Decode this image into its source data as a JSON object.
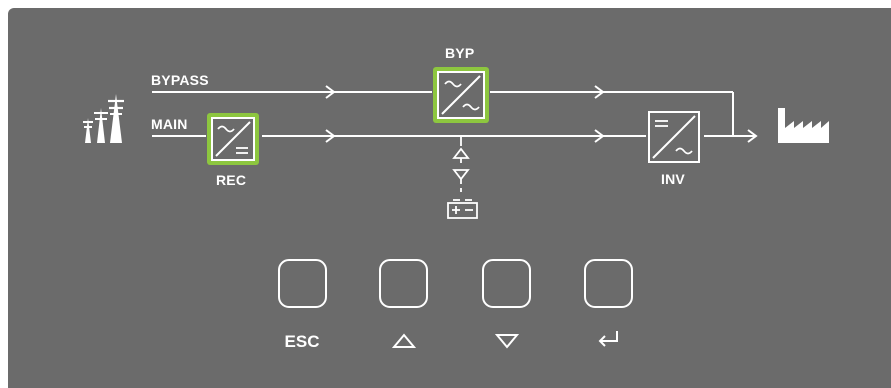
{
  "diagram": {
    "labels": {
      "bypass": "BYPASS",
      "main": "MAIN",
      "rectifier": "REC",
      "bypass_switch": "BYP",
      "inverter": "INV"
    },
    "colors": {
      "panel": "#6b6b6b",
      "line": "#ffffff",
      "active_module": "#8dc63f"
    },
    "active_modules": [
      "rectifier",
      "bypass_switch"
    ],
    "icons": {
      "source": "power-pylons-icon",
      "load": "factory-icon",
      "battery": "battery-icon"
    }
  },
  "keypad": {
    "keys": [
      {
        "label": "ESC",
        "icon": ""
      },
      {
        "label": "",
        "icon": "up-triangle-icon"
      },
      {
        "label": "",
        "icon": "down-triangle-icon"
      },
      {
        "label": "",
        "icon": "enter-arrow-icon"
      }
    ]
  }
}
